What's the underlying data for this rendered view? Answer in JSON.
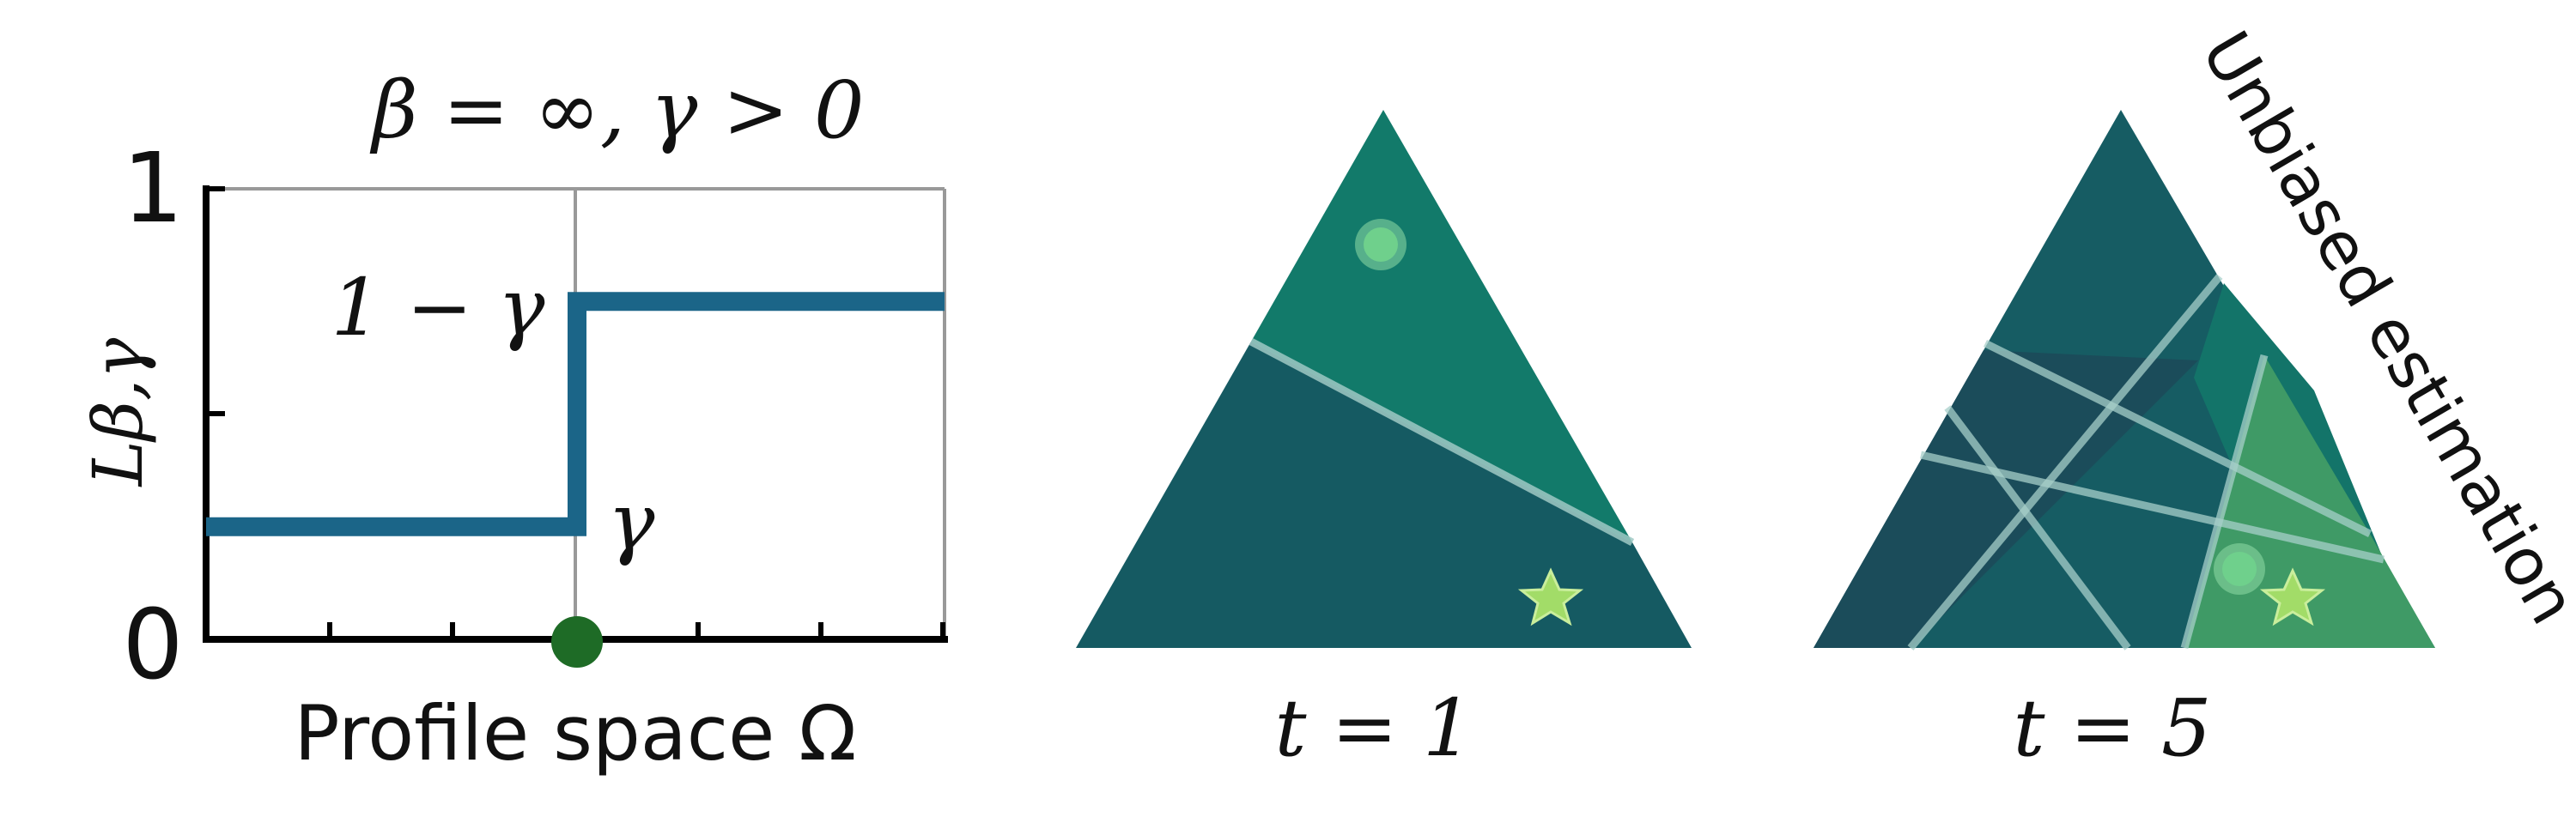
{
  "left_panel": {
    "title": "β = ∞, γ > 0",
    "y_axis_label": "Lβ,γ",
    "y_tick_top": "1",
    "y_tick_bottom": "0",
    "x_axis_label": "Profile space Ω",
    "high_level_label": "1 − γ",
    "low_level_label": "γ",
    "step_low_value": 0.25,
    "step_high_value": 0.75,
    "colors": {
      "step_line": "#1b6588",
      "boundary_marker": "#1e6b26",
      "grid": "#999999"
    }
  },
  "middle_panel": {
    "caption": "t = 1",
    "colors": {
      "upper_region": "#127a6a",
      "lower_region": "#155a62",
      "cut_line": "#9fc9c4",
      "circle": "#6fd08c",
      "star": "#a2dc68"
    }
  },
  "right_panel": {
    "caption": "t = 5",
    "annotation": "Unbiased estimation",
    "colors": {
      "dark_region": "#1b4c5a",
      "mid_region": "#165c63",
      "teal_region": "#137469",
      "green_region": "#3f9a66",
      "cut_line": "#a7cfca",
      "circle": "#6fd08c",
      "star": "#a2dc68"
    }
  }
}
